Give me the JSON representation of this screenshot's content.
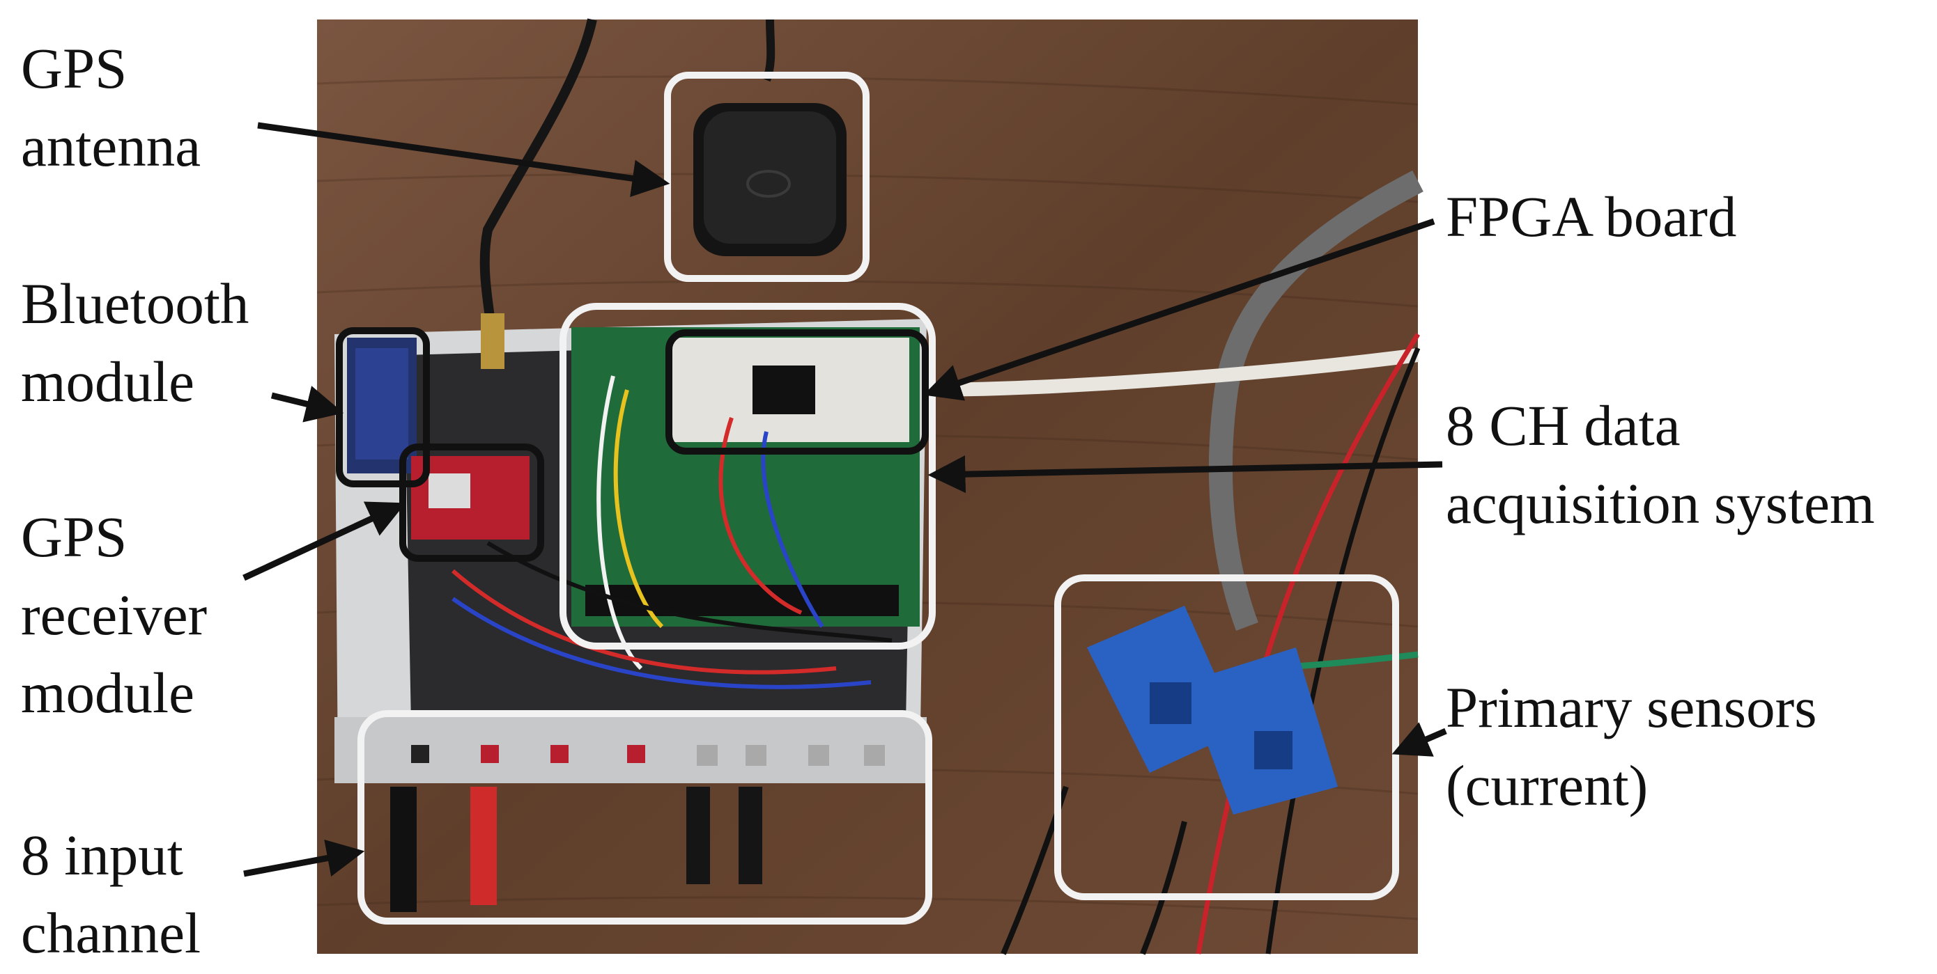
{
  "labels": {
    "gps_antenna": [
      "GPS",
      "antenna"
    ],
    "bluetooth_module": [
      "Bluetooth",
      "module"
    ],
    "gps_receiver": [
      "GPS",
      "receiver",
      "module"
    ],
    "input_channel": [
      "8 input",
      "channel"
    ],
    "fpga_board": [
      "FPGA board"
    ],
    "daq_system": [
      "8 CH data",
      "acquisition system"
    ],
    "primary_sensors": [
      "Primary sensors",
      "(current)"
    ]
  },
  "colors": {
    "table_wood": "#6b4a33",
    "enclosure": "#d9dadc",
    "pcb_green": "#1f6b3a",
    "sensor_blue": "#2a62c4",
    "gps_red": "#b81f2e",
    "highlight_white": "#f2f2f2",
    "highlight_black": "#111111",
    "arrow": "#111111"
  }
}
